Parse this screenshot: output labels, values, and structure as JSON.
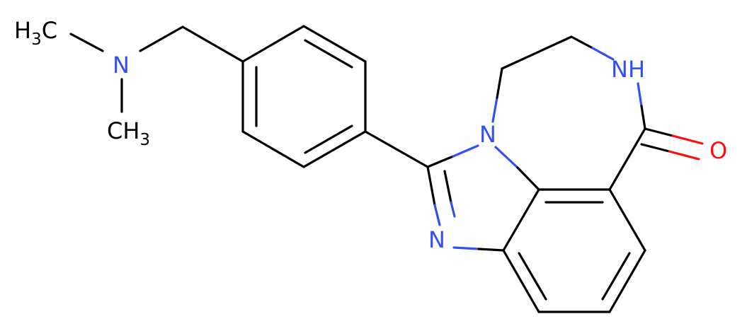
{
  "colors": {
    "carbon_bond": "#000000",
    "nitrogen": "#3050F8",
    "oxygen": "#FF0D0D",
    "background": "#FFFFFF"
  },
  "labels": {
    "ch3_top": {
      "main": "H",
      "sub": "3",
      "tail": "C"
    },
    "n_amine": "N",
    "ch3_bottom": {
      "main": "CH",
      "sub": "3"
    },
    "n_ring": "N",
    "nh": "NH",
    "n_imine": "N",
    "o_carbonyl": "O"
  }
}
